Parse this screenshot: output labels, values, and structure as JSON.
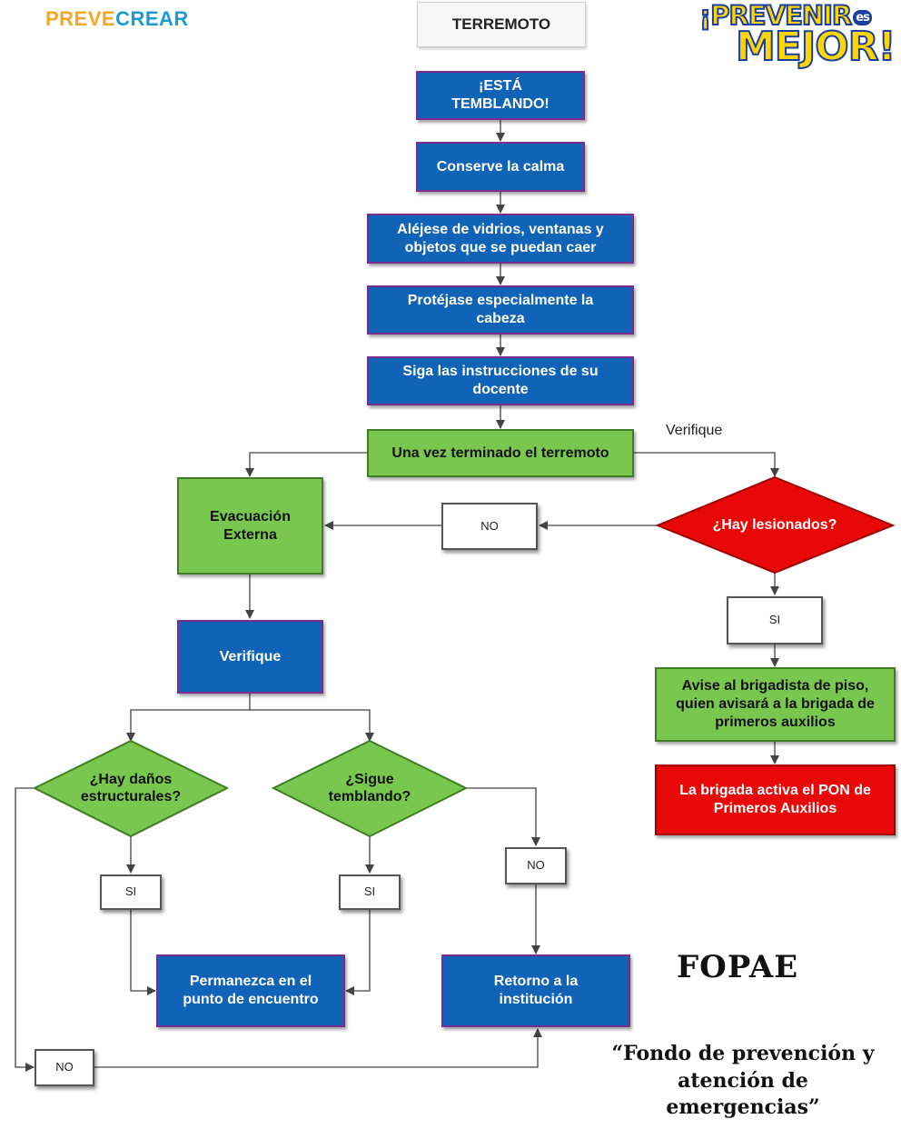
{
  "header": {
    "brand_left_a": "PREVE",
    "brand_left_b": "CREAR",
    "title": "TERREMOTO",
    "logo_line1": "¡PREVENIR",
    "logo_es": "es",
    "logo_line2": "MEJOR!"
  },
  "flow": {
    "step1": "¡ESTÁ\nTEMBLANDO!",
    "step2": "Conserve la calma",
    "step3": "Aléjese de vidrios, ventanas y\nobjetos que se puedan caer",
    "step4": "Protéjase especialmente la\ncabeza",
    "step5": "Siga las instrucciones de su\ndocente",
    "step6": "Una vez terminado el terremoto",
    "verifique_label": "Verifique",
    "evacuacion": "Evacuación\nExterna",
    "no_lesionados": "NO",
    "lesionados": "¿Hay lesionados?",
    "si_lesionados": "SI",
    "avise": "Avise al brigadista de piso,\nquien avisará a la brigada de\nprimeros auxilios",
    "brigada": "La brigada activa el PON de\nPrimeros Auxilios",
    "verifique_box": "Verifique",
    "danos": "¿Hay daños\nestructurales?",
    "sigue": "¿Sigue\ntemblando?",
    "si_danos": "SI",
    "si_sigue": "SI",
    "no_sigue": "NO",
    "permanezca": "Permanezca en el\npunto de encuentro",
    "retorno": "Retorno a la\ninstitución",
    "no_danos": "NO"
  },
  "footer": {
    "fopae": "FOPAE",
    "quote": "“Fondo de prevención y\natención de\nemergencias”"
  },
  "colors": {
    "blue": "#1063b6",
    "green": "#7ac74f",
    "red": "#e80808",
    "brand_orange": "#f5a623",
    "brand_blue": "#1b9ad6",
    "logo_yellow": "#ffd400",
    "logo_blue": "#1a3f9e"
  }
}
